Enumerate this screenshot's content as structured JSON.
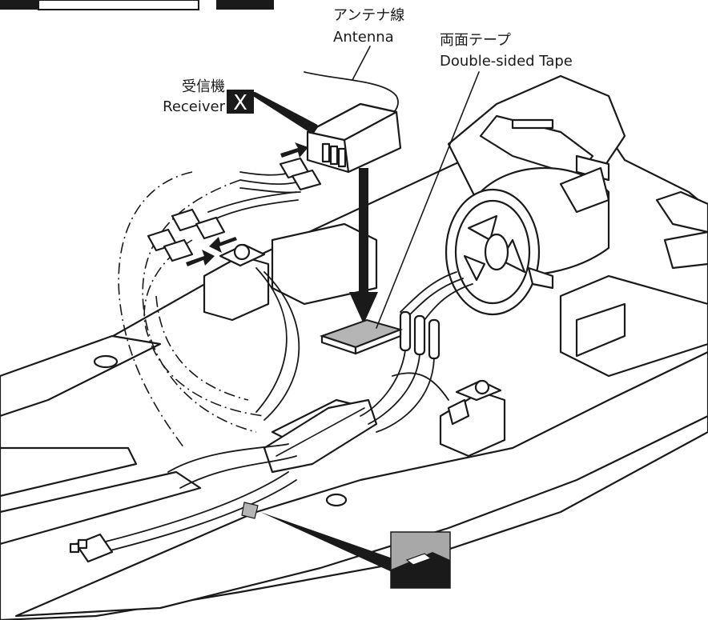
{
  "labels": {
    "antenna_jp": "アンテナ線",
    "antenna_en": "Antenna",
    "tape_jp": "両面テープ",
    "tape_en": "Double-sided Tape",
    "receiver_jp": "受信機",
    "receiver_en": "Receiver",
    "receiver_mark": "X"
  },
  "colors": {
    "ink": "#1a1a1a",
    "tape_gray": "#b5b5b5",
    "detail_bg": "#a8a8a8"
  }
}
